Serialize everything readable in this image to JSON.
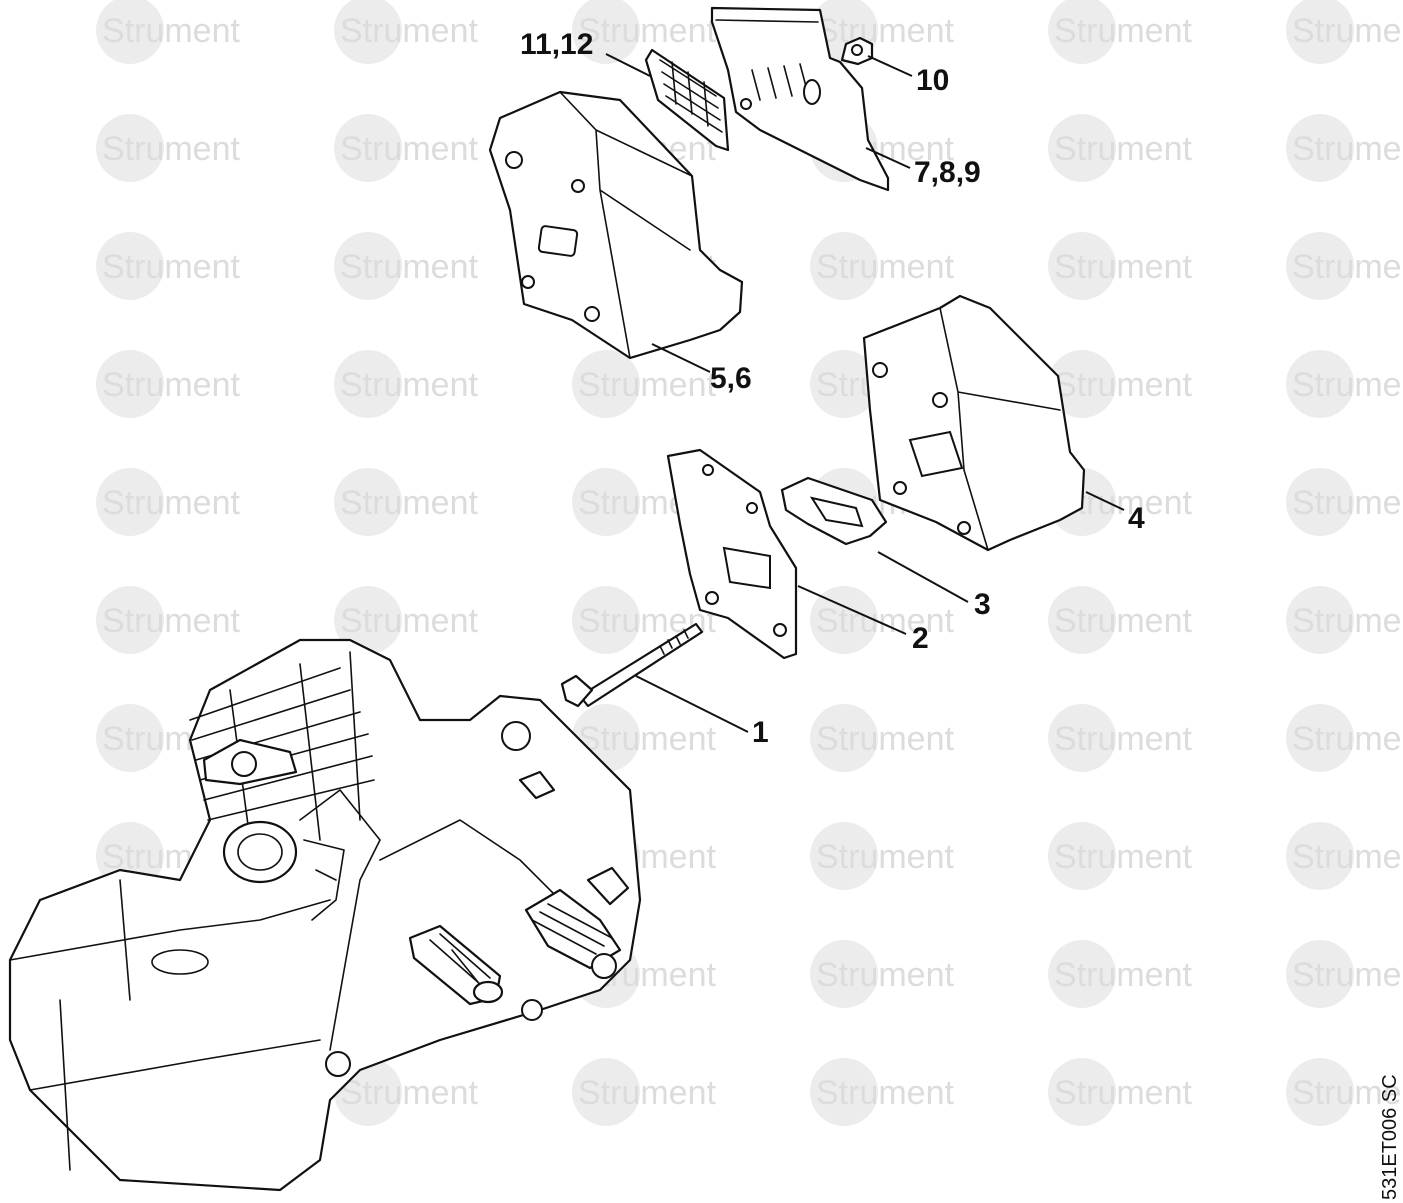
{
  "watermark": {
    "text": "Strument"
  },
  "callouts": [
    {
      "id": "c1",
      "label": "1"
    },
    {
      "id": "c2",
      "label": "2"
    },
    {
      "id": "c3",
      "label": "3"
    },
    {
      "id": "c4",
      "label": "4"
    },
    {
      "id": "c56",
      "label": "5,6"
    },
    {
      "id": "c789",
      "label": "7,8,9"
    },
    {
      "id": "c10",
      "label": "10"
    },
    {
      "id": "c1112",
      "label": "11,12"
    }
  ],
  "drawing_code": "531ET006 SC"
}
